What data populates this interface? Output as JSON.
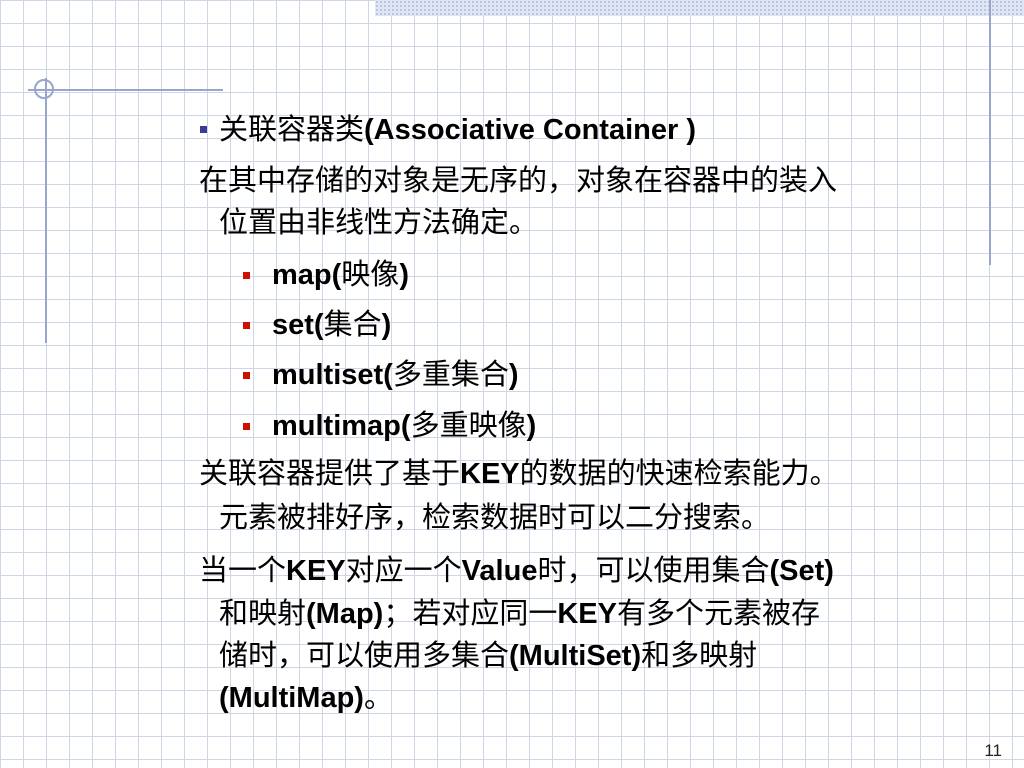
{
  "slide": {
    "heading": {
      "zh": "关联容器类",
      "en": "(Associative Container )"
    },
    "para1": {
      "line1": "在其中存储的对象是无序的，对象在容器中的装入",
      "line2": "位置由非线性方法确定。"
    },
    "items": [
      {
        "en": "map(",
        "zh": "映像",
        "close": ")"
      },
      {
        "en": "set(",
        "zh": "集合",
        "close": ")"
      },
      {
        "en": "multiset(",
        "zh": "多重集合",
        "close": ")"
      },
      {
        "en": "multimap(",
        "zh": "多重映像",
        "close": ")"
      }
    ],
    "para2": {
      "l1a": "关联容器提供了基于",
      "l1b": "KEY",
      "l1c": "的数据的快速检索能力。",
      "line2": "元素被排好序，检索数据时可以二分搜索。"
    },
    "para3": {
      "l1a": "当一个",
      "l1b": "KEY",
      "l1c": "对应一个",
      "l1d": "Value",
      "l1e": "时，可以使用集合",
      "l1f": "(Set)",
      "l2a": "和映射",
      "l2b": "(Map)",
      "l2c": "；若对应同一",
      "l2d": "KEY",
      "l2e": "有多个元素被存",
      "l3a": "储时，可以使用多集合",
      "l3b": "(MultiSet)",
      "l3c": "和多映射",
      "l4a": "(MultiMap)",
      "l4b": "。"
    },
    "page_number": "11"
  },
  "colors": {
    "grid": "#cfd6e6",
    "decor": "#98a6cc",
    "bullet_primary": "#3b3a9a",
    "bullet_secondary": "#cc1100"
  }
}
